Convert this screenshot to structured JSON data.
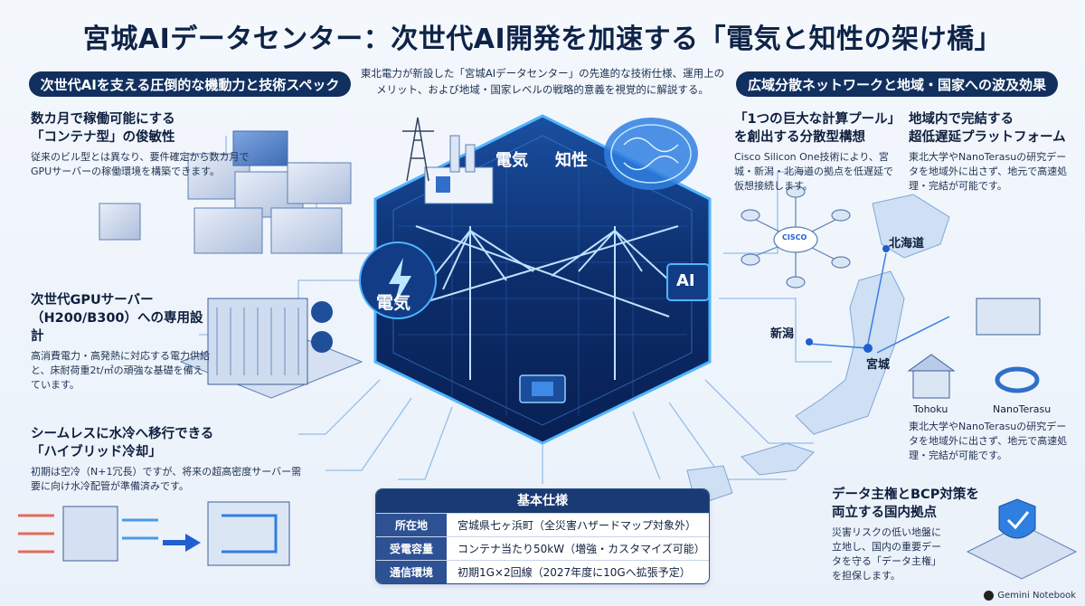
{
  "title": "宮城AIデータセンター：次世代AI開発を加速する「電気と知性の架け橋」",
  "intro": "東北電力が新設した「宮城AIデータセンター」の先進的な技術仕様、運用上のメリット、および地域・国家レベルの戦略的意義を視覚的に解説する。",
  "left_header": "次世代AIを支える圧倒的な機動力と技術スペック",
  "right_header": "広域分散ネットワークと地域・国家への波及効果",
  "left": {
    "container": {
      "title1": "数カ月で稼働可能にする",
      "title2": "「コンテナ型」の俊敏性",
      "body": "従来のビル型とは異なり、要件確定から数カ月でGPUサーバーの稼働環境を構築できます。"
    },
    "gpu": {
      "title1": "次世代GPUサーバー",
      "title2": "（H200/B300）への専用設計",
      "body": "高消費電力・高発熱に対応する電力供給と、床耐荷重2t/㎡の頑強な基礎を備えています。"
    },
    "cooling": {
      "title1": "シームレスに水冷へ移行できる",
      "title2": "「ハイブリッド冷却」",
      "body": "初期は空冷（N+1冗長）ですが、将来の超高密度サーバー需要に向け水冷配管が準備済みです。"
    }
  },
  "center": {
    "label_power": "電気",
    "label_intel": "知性",
    "label_power_left": "電気",
    "label_ai": "AI"
  },
  "right": {
    "pool": {
      "title1": "「1つの巨大な計算プール」",
      "title2": "を創出する分散型構想",
      "body": "Cisco Silicon One技術により、宮城・新潟・北海道の拠点を低遅延で仮想接続します。",
      "cisco": "CISCO"
    },
    "local": {
      "title1": "地域内で完結する",
      "title2": "超低遅延プラットフォーム",
      "body": "東北大学やNanoTerasuの研究データを地域外に出さず、地元で高速処理・完結が可能です。"
    },
    "map": {
      "hokkaido": "北海道",
      "niigata": "新潟",
      "miyagi": "宮城",
      "tohoku": "Tohoku",
      "nanoterasu": "NanoTerasu",
      "body": "東北大学やNanoTerasuの研究データを地域外に出さず、地元で高速処理・完結が可能です。"
    },
    "bcp": {
      "title1": "データ主権とBCP対策を",
      "title2": "両立する国内拠点",
      "body": "災害リスクの低い地盤に立地し、国内の重要データを守る「データ主権」を担保します。"
    }
  },
  "spec": {
    "title": "基本仕様",
    "rows": [
      {
        "key": "所在地",
        "val": "宮城県七ヶ浜町（全災害ハザードマップ対象外）"
      },
      {
        "key": "受電容量",
        "val": "コンテナ当たり50kW（増強・カスタマイズ可能）"
      },
      {
        "key": "通信環境",
        "val": "初期1G×2回線（2027年度に10Gへ拡張予定）"
      }
    ]
  },
  "footer": "Gemini Notebook",
  "colors": {
    "navy": "#11305f",
    "accent": "#2f7fe0",
    "glow": "#4fb4ff",
    "bg": "#eef4fb"
  }
}
